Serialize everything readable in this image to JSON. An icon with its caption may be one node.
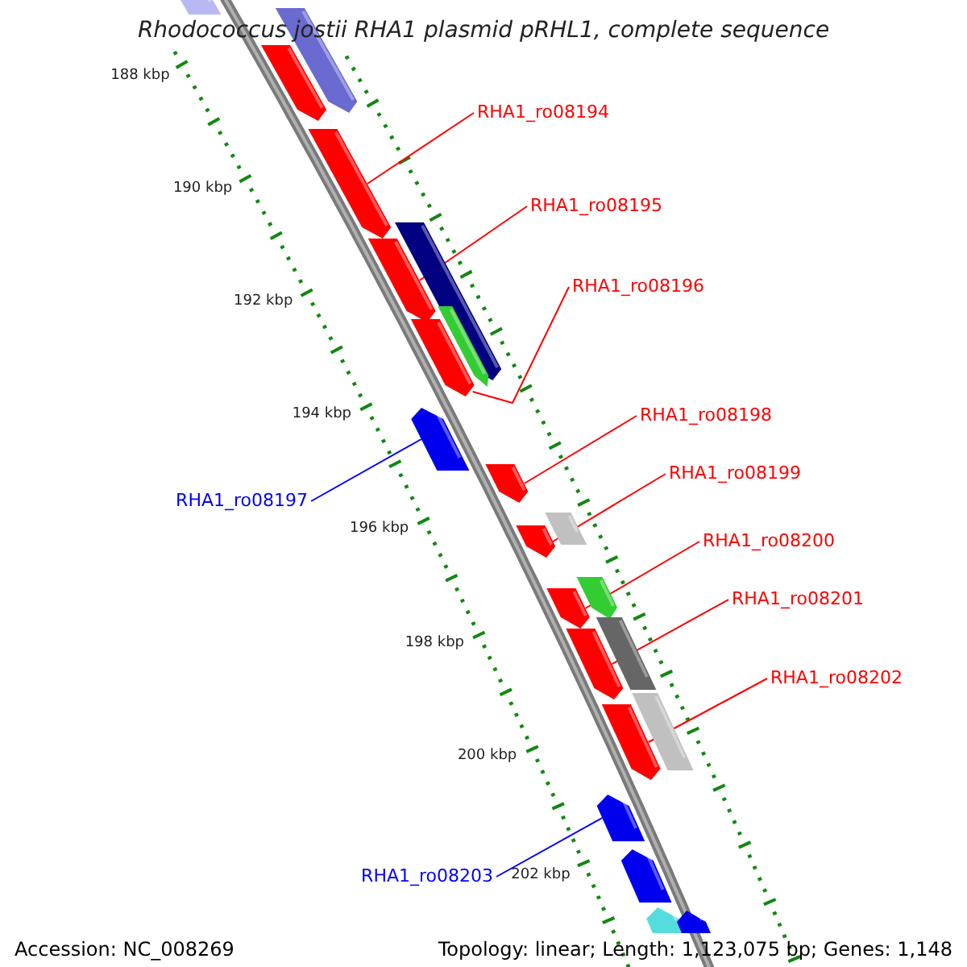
{
  "diagram": {
    "title": "Rhodococcus jostii RHA1 plasmid pRHL1, complete sequence",
    "nodes": [
      {
        "text": [
          "RHA1_ro08194"
        ]
      },
      {
        "text": [
          "RHA1_ro08195"
        ]
      },
      {
        "text": [
          "RHA1_ro08196"
        ]
      },
      {
        "text": [
          "RHA1_ro08197"
        ]
      },
      {
        "text": [
          "RHA1_ro08198"
        ]
      },
      {
        "text": [
          "RHA1_ro08199"
        ]
      },
      {
        "text": [
          "RHA1_ro08200"
        ]
      },
      {
        "text": [
          "RHA1_ro08201"
        ]
      },
      {
        "text": [
          "RHA1_ro08202"
        ]
      },
      {
        "text": [
          "RHA1_ro08203"
        ]
      },
      {
        "text": [],
        "shape": "bar"
      },
      {
        "text": [],
        "shape": "bar"
      },
      {
        "text": [],
        "shape": "bar"
      },
      {
        "text": [],
        "shape": "bar"
      },
      {
        "text": [],
        "shape": "bar"
      },
      {
        "text": [],
        "shape": "bar"
      },
      {
        "text": [],
        "shape": "bar"
      },
      {
        "text": [],
        "shape": "bar"
      },
      {
        "text": [],
        "shape": "bar"
      },
      {
        "text": [],
        "shape": "bar"
      },
      {
        "text": [],
        "shape": "bar"
      },
      {
        "text": [],
        "shape": "bar"
      },
      {
        "text": [],
        "shape": "bar"
      },
      {
        "text": [],
        "shape": "bar"
      },
      {
        "text": [],
        "shape": "bar"
      },
      {
        "text": [],
        "shape": "bar"
      },
      {
        "text": [],
        "shape": "bar"
      },
      {
        "text": [],
        "shape": "bar"
      },
      {
        "text": [],
        "shape": "bar"
      },
      {
        "text": [],
        "shape": "bar"
      },
      {
        "text": [],
        "shape": "bar"
      },
      {
        "text": [],
        "shape": "bar"
      }
    ],
    "edges": [
      {
        "from": 0,
        "to": 13,
        "arrow": "none"
      },
      {
        "from": 1,
        "to": 15,
        "arrow": "none"
      },
      {
        "from": 2,
        "to": 17,
        "arrow": "none"
      },
      {
        "from": 3,
        "to": 18,
        "arrow": "none",
        "color": "#0000ff"
      },
      {
        "from": 4,
        "to": 19,
        "arrow": "none"
      },
      {
        "from": 5,
        "to": 21,
        "arrow": "none"
      },
      {
        "from": 6,
        "to": 23,
        "arrow": "none"
      },
      {
        "from": 7,
        "to": 25,
        "arrow": "none"
      },
      {
        "from": 8,
        "to": 27,
        "arrow": "none"
      },
      {
        "from": 9,
        "to": 28,
        "arrow": "none",
        "color": "#0000ff"
      }
    ],
    "labels": [
      "188 kbp",
      "190 kbp",
      "192 kbp",
      "194 kbp",
      "196 kbp",
      "198 kbp",
      "200 kbp",
      "202 kbp",
      "Accession: NC_008269",
      "Topology: linear; Length: 1,123,075 bp; Genes: 1,148"
    ]
  }
}
